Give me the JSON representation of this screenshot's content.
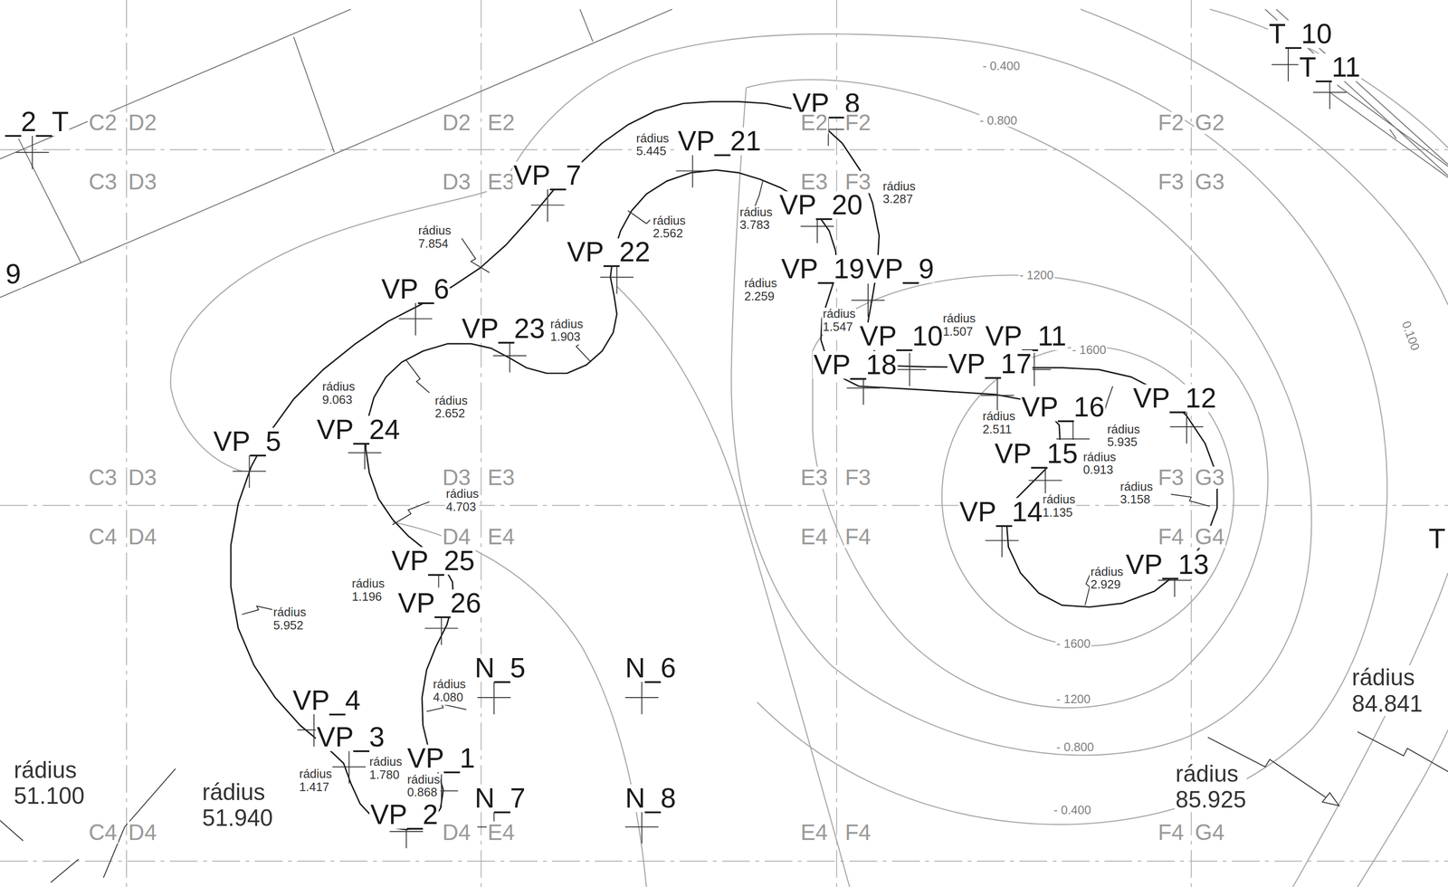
{
  "diagram": {
    "labels": [
      "T_10",
      "- 0.400",
      "T_11",
      "VP_8",
      "_2_T",
      "C2",
      "D2",
      "D2",
      "E2",
      "E2",
      "F2",
      "F2",
      "G2",
      "- 0.800",
      "rádius 5.445",
      "VP_21",
      "C3",
      "D3",
      "D3",
      "E3",
      "E3",
      "F3",
      "F3",
      "G3",
      "VP_7",
      "rádius 3.287",
      "rádius 3.783",
      "VP_20",
      "rádius 7.854",
      "rádius 2.562",
      "VP_22",
      "rádius 2.259",
      "VP_19",
      "VP_9",
      "- 1200",
      "9",
      "VP_6",
      "rádius 1.547",
      "rádius 1.903",
      "VP_23",
      "rádius 1.507",
      "VP_10",
      "- 1600",
      "VP_11",
      "VP_18",
      "VP_17",
      "rádius 2.652",
      "VP_12",
      "rádius 5.935",
      "VP_16",
      "rádius 2.511",
      "rádius 9.063",
      "VP_24",
      "VP_5",
      "VP_15",
      "rádius 0.913",
      "rádius 3.158",
      "C3",
      "D3",
      "D3",
      "E3",
      "E3",
      "F3",
      "F3",
      "G3",
      "rádius 4.703",
      "rádius 1.135",
      "C4",
      "D4",
      "D4",
      "E4",
      "E4",
      "F4",
      "F4",
      "G4",
      "VP_14",
      "VP_25",
      "VP_13",
      "rádius 2.929",
      "rádius 1.196",
      "VP_26",
      "rádius 5.952",
      "- 1600",
      "N_5",
      "N_6",
      "rádius 84.841",
      "rádius 4.080",
      "VP_4",
      "- 1200",
      "VP_3",
      "- 0.800",
      "VP_1",
      "rádius 1.780",
      "rádius 51.100",
      "rádius 85.925",
      "rádius 1.417",
      "rádius 0.868",
      "rádius 51.940",
      "N_7",
      "N_8",
      "VP_2",
      "- 0.400",
      "C4",
      "D4",
      "D4",
      "E4",
      "E4",
      "F4",
      "F4",
      "G4",
      "0.100",
      "T"
    ]
  }
}
